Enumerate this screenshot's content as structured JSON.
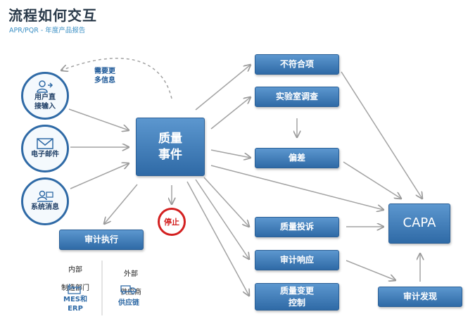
{
  "header": {
    "title": "流程如何交互",
    "subtitle": "APR/PQR - 年度产品报告"
  },
  "inputs": [
    {
      "label": "用户直\n接输入",
      "icon": "user-input-icon"
    },
    {
      "label": "电子邮件",
      "icon": "envelope-icon"
    },
    {
      "label": "系统消息",
      "icon": "system-message-icon"
    }
  ],
  "feedback_note": "需要更\n多信息",
  "center": {
    "label": "质量\n事件"
  },
  "stop": {
    "label": "停止"
  },
  "outputs": {
    "nonconformance": "不符合项",
    "lab_investigation": "实验室调查",
    "deviation": "偏差",
    "quality_complaint": "质量投诉",
    "audit_response": "审计响应",
    "change_control": "质量变更\n控制"
  },
  "capa": "CAPA",
  "audit_finding": "审计发现",
  "audit_execution": {
    "label": "审计执行",
    "internal": {
      "title": "内部",
      "subtitle": "制造部门",
      "system": "MES和\nERP",
      "icon": "factory-icon"
    },
    "external": {
      "title": "外部",
      "subtitle": "供应商",
      "system": "供应链",
      "icon": "truck-icon"
    }
  },
  "colors": {
    "box": "#2f6aa6",
    "arrow": "#9a9a9a",
    "stop": "#d32020",
    "accent": "#3a8fc4"
  }
}
